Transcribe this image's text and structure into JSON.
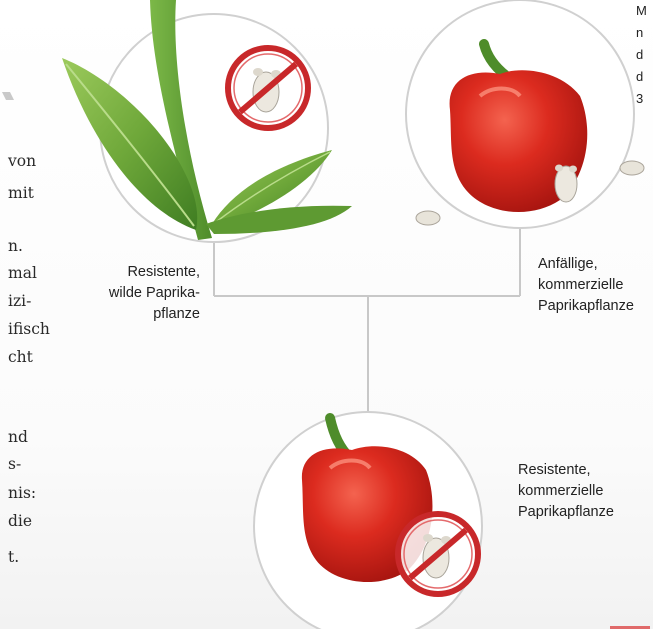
{
  "left_text_fragments": [
    "von",
    "mit",
    "n.",
    "mal",
    "izi-",
    "ifisch",
    "cht",
    "nd",
    "s-",
    "nis:",
    "die",
    "t."
  ],
  "top_right_fragments": [
    "M",
    "n",
    "d",
    "d",
    "3"
  ],
  "labels": {
    "wild_plant": "Resistente,\nwilde Paprika-\npflanze",
    "commercial_susceptible": "Anfällige,\nkommerzielle\nPaprikapflanze",
    "commercial_resistant": "Resistente,\nkommerzielle\nPaprikapflanze"
  },
  "colors": {
    "leaf": "#6fa83a",
    "pepper": "#d9261c",
    "stem": "#4e8c2a",
    "prohibition": "#c8282a",
    "connector": "#c8c8c8",
    "circle_border": "#d0d0d0"
  },
  "icons": [
    "whitefly-icon",
    "prohibition-sign-icon"
  ]
}
